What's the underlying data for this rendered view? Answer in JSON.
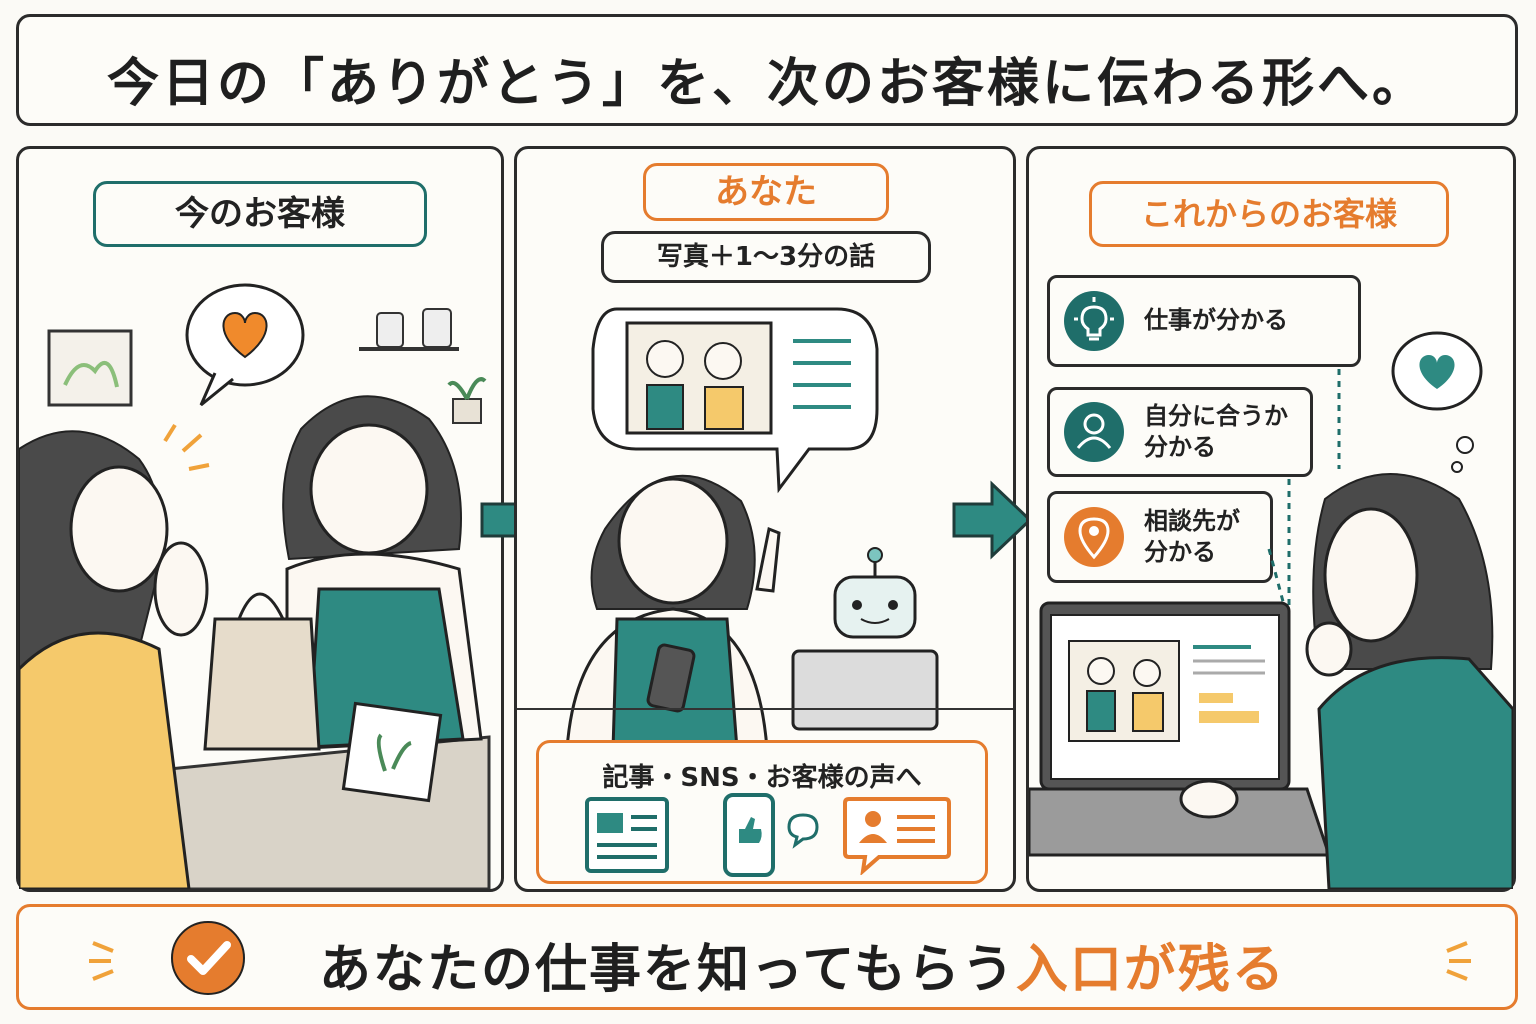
{
  "title": "今日の「ありがとう」を、次のお客様に伝わる形へ。",
  "panels": {
    "current": {
      "label": "今のお客様"
    },
    "you": {
      "label": "あなた",
      "sublabel": "写真＋1〜3分の話",
      "media_label": "記事・SNS・お客様の声へ"
    },
    "future": {
      "label": "これからのお客様",
      "benefits": [
        {
          "text": "仕事が分かる",
          "icon": "lightbulb-icon",
          "color": "#1f6e6a"
        },
        {
          "text": "自分に合うか\n分かる",
          "icon": "person-icon",
          "color": "#1f6e6a"
        },
        {
          "text": "相談先が\n分かる",
          "icon": "location-pin-icon",
          "color": "#e57c2e"
        }
      ]
    }
  },
  "bottom": {
    "text_main": "あなたの仕事を知ってもらう",
    "text_highlight": "入口が残る"
  },
  "colors": {
    "teal": "#1f6e6a",
    "orange": "#e57c2e",
    "yellow": "#f5c96b"
  }
}
